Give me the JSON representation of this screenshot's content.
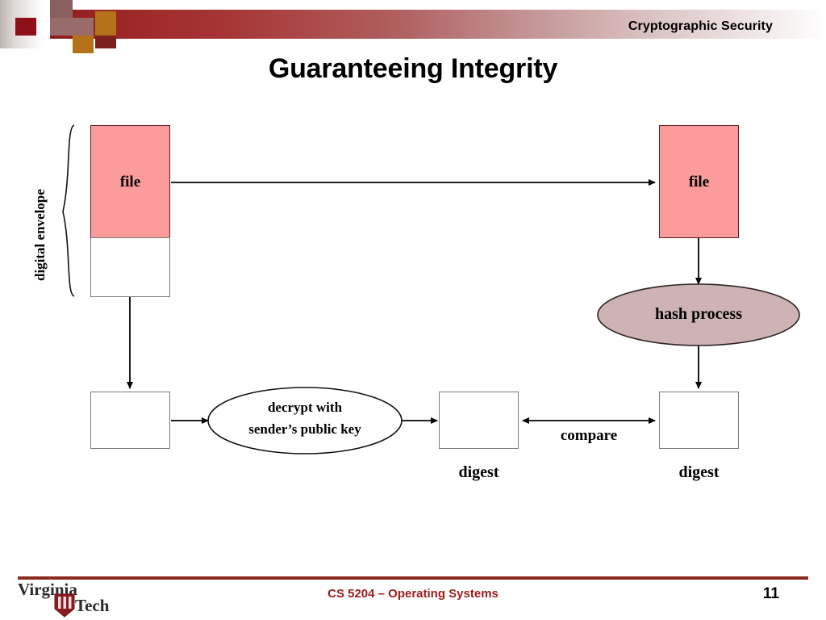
{
  "header": {
    "section_title": "Cryptographic Security",
    "accent_gradient_from": "#8f1d1d",
    "accent_gradient_to": "#ffffff",
    "squares": [
      {
        "name": "maroon-square",
        "color": "#8e0f18"
      },
      {
        "name": "mauve-square",
        "color": "#9a6b6b"
      },
      {
        "name": "ochre-square",
        "color": "#b4721a"
      },
      {
        "name": "dark-red-square",
        "color": "#7d1f1f"
      }
    ]
  },
  "title": "Guaranteeing Integrity",
  "diagram": {
    "envelope_label": "digital envelope",
    "nodes": {
      "file_left": "file",
      "file_right": "file",
      "hash_process": "hash process",
      "decrypt_line1": "decrypt with",
      "decrypt_line2": "sender’s public key",
      "compare": "compare",
      "digest_left": "digest",
      "digest_right": "digest",
      "signature_box": "",
      "signature_box_bottom": "",
      "digest_box_left": "",
      "digest_box_right": ""
    },
    "colors": {
      "file_fill": "#fb9b9b",
      "file_stroke": "#5a2020",
      "hash_fill": "#cdb3b3",
      "hash_stroke": "#3a2a2a",
      "box_fill": "#ffffff",
      "box_stroke": "#7a7a7a",
      "arrow": "#000000"
    }
  },
  "footer": {
    "course": "CS 5204 – Operating Systems",
    "slide_number": "11",
    "logo_line1": "Virginia",
    "logo_line2": "Tech",
    "rule_color": "#8b2b20",
    "course_color": "#9e1b1b"
  }
}
